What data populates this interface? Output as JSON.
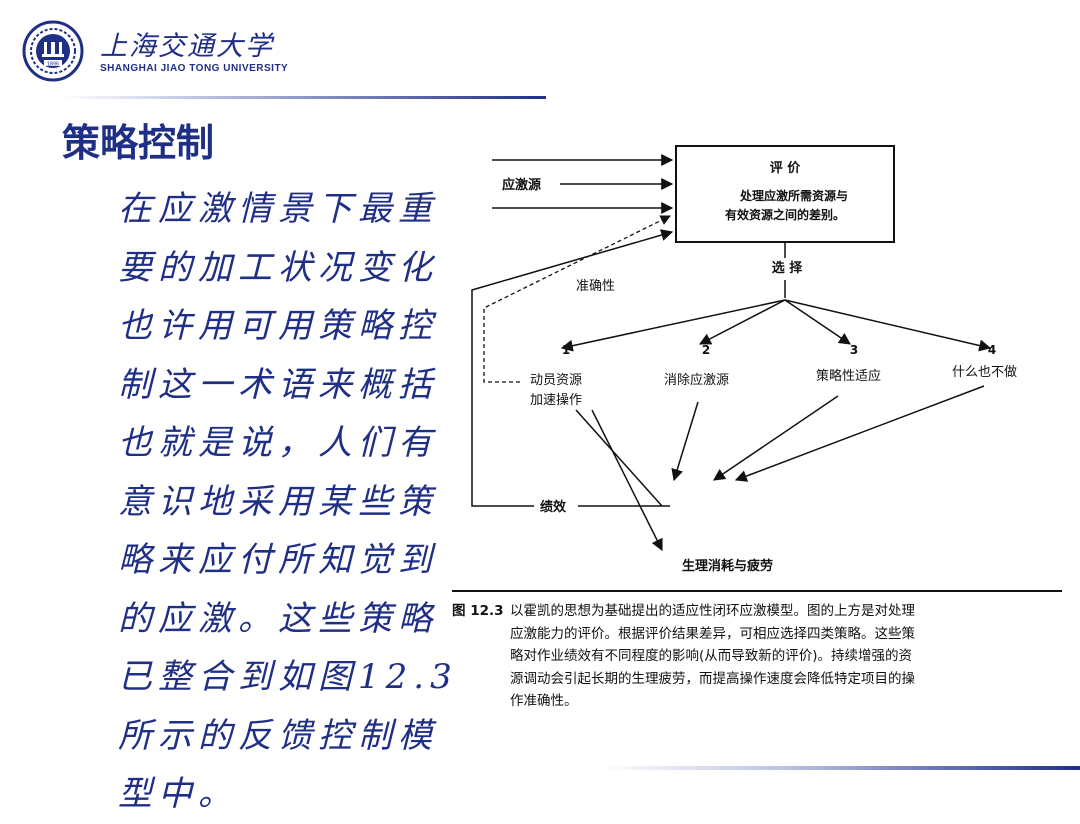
{
  "header": {
    "university_cn": "上海交通大学",
    "university_en": "SHANGHAI JIAO TONG UNIVERSITY",
    "logo_year": "1896"
  },
  "slide": {
    "title": "策略控制",
    "body_lines": [
      "在应激情景下最重",
      "要的加工状况变化",
      "也许用可用策略控",
      "制这一术语来概括",
      "也就是说，人们有",
      "意识地采用某些策",
      "略来应付所知觉到",
      "的应激。这些策略",
      "已整合到如图12.3",
      "所示的反馈控制模",
      "型中。"
    ]
  },
  "figure": {
    "stress_source": "应激源",
    "eval_title": "评 价",
    "eval_line1": "处理应激所需资源与",
    "eval_line2": "有效资源之间的差别。",
    "choose": "选 择",
    "accuracy": "准确性",
    "options": [
      {
        "num": "1",
        "label_line1": "动员资源",
        "label_line2": "加速操作"
      },
      {
        "num": "2",
        "label_line1": "消除应激源",
        "label_line2": ""
      },
      {
        "num": "3",
        "label_line1": "策略性适应",
        "label_line2": ""
      },
      {
        "num": "4",
        "label_line1": "什么也不做",
        "label_line2": ""
      }
    ],
    "performance": "绩效",
    "fatigue": "生理消耗与疲劳"
  },
  "caption": {
    "fig_no": "图 12.3",
    "lines": [
      "以霍凯的思想为基础提出的适应性闭环应激模型。图的上方是对处理",
      "应激能力的评价。根据评价结果差异，可相应选择四类策略。这些策",
      "略对作业绩效有不同程度的影响(从而导致新的评价)。持续增强的资",
      "源调动会引起长期的生理疲劳，而提高操作速度会降低特定项目的操",
      "作准确性。"
    ]
  },
  "colors": {
    "brand": "#1f2f86",
    "text": "#111111"
  }
}
